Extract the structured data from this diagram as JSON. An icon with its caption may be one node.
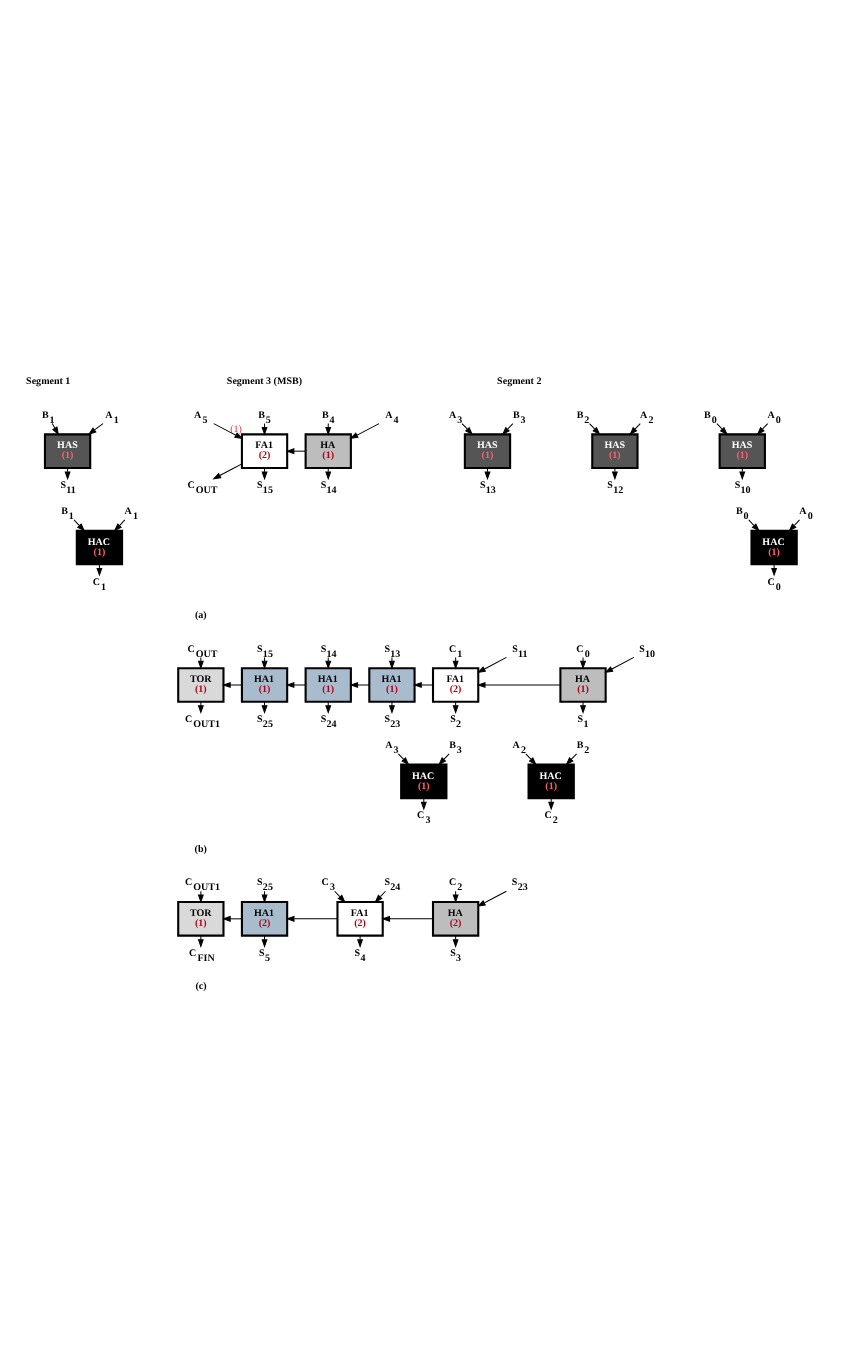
{
  "diagram": {
    "nodes": [
      {
        "text": [
          "B$_{5}$"
        ]
      },
      {
        "text": [
          "A$_{5}$"
        ]
      },
      {
        "text": [
          "B$_{4}$"
        ]
      },
      {
        "text": [
          "A$_{4}$"
        ]
      },
      {
        "text": [
          "B$_{3}$"
        ]
      },
      {
        "text": [
          "A$_{3}$"
        ]
      },
      {
        "text": [
          "B$_{2}$"
        ]
      },
      {
        "text": [
          "A$_{2}$"
        ]
      },
      {
        "text": [
          "B$_{1}$"
        ]
      },
      {
        "text": [
          "A$_{1}$"
        ]
      },
      {
        "text": [
          "B$_{0}$"
        ]
      },
      {
        "text": [
          "A$_{0}$"
        ]
      },
      {
        "text": [
          "FA1",
          "(2)"
        ],
        "beside": [
          "(1)"
        ]
      },
      {
        "text": [
          "HA",
          "(1)"
        ]
      },
      {
        "text": [
          "HAS",
          "(1)"
        ]
      },
      {
        "text": [
          "HAS",
          "(1)"
        ]
      },
      {
        "text": [
          "HAS",
          "(1)"
        ]
      },
      {
        "text": [
          "HAS",
          "(1)"
        ]
      },
      {
        "text": [
          "C$_{OUT}$"
        ]
      },
      {
        "text": [
          "S$_{15}$"
        ]
      },
      {
        "text": [
          "S$_{14}$"
        ]
      },
      {
        "text": [
          "S$_{13}$"
        ]
      },
      {
        "text": [
          "S$_{12}$"
        ]
      },
      {
        "text": [
          "S$_{11}$"
        ]
      },
      {
        "text": [
          "S$_{10}$"
        ]
      },
      {
        "text": [
          "B$_{1}$"
        ]
      },
      {
        "text": [
          "A$_{1}$"
        ]
      },
      {
        "text": [
          "B$_{0}$"
        ]
      },
      {
        "text": [
          "A$_{0}$"
        ]
      },
      {
        "text": [
          "HAC",
          "(1)"
        ]
      },
      {
        "text": [
          "HAC",
          "(1)"
        ]
      },
      {
        "text": [
          "C$_{1}$"
        ]
      },
      {
        "text": [
          "C$_{0}$"
        ]
      },
      {
        "text": [
          "C$_{OUT}$"
        ]
      },
      {
        "text": [
          "S$_{15}$"
        ]
      },
      {
        "text": [
          "S$_{14}$"
        ]
      },
      {
        "text": [
          "S$_{13}$"
        ]
      },
      {
        "text": [
          "C$_{1}$"
        ]
      },
      {
        "text": [
          "S$_{11}$"
        ]
      },
      {
        "text": [
          "C$_{0}$"
        ]
      },
      {
        "text": [
          "S$_{10}$"
        ]
      },
      {
        "text": [
          "TOR",
          "(1)"
        ]
      },
      {
        "text": [
          "HA1",
          "(1)"
        ]
      },
      {
        "text": [
          "HA1",
          "(1)"
        ]
      },
      {
        "text": [
          "HA1",
          "(1)"
        ]
      },
      {
        "text": [
          "FA1",
          "(2)"
        ]
      },
      {
        "text": [
          "HA",
          "(1)"
        ]
      },
      {
        "text": [
          "C$_{OUT1}$"
        ]
      },
      {
        "text": [
          "S$_{25}$"
        ]
      },
      {
        "text": [
          "S$_{24}$"
        ]
      },
      {
        "text": [
          "S$_{23}$"
        ]
      },
      {
        "text": [
          "S$_{2}$"
        ]
      },
      {
        "text": [
          "S$_{1}$"
        ]
      },
      {
        "text": [
          "B$_{3}$"
        ]
      },
      {
        "text": [
          "A$_{3}$"
        ]
      },
      {
        "text": [
          "B$_{2}$"
        ]
      },
      {
        "text": [
          "A$_{2}$"
        ]
      },
      {
        "text": [
          "HAC",
          "(1)"
        ]
      },
      {
        "text": [
          "HAC",
          "(1)"
        ]
      },
      {
        "text": [
          "C$_{3}$"
        ]
      },
      {
        "text": [
          "C$_{2}$"
        ]
      },
      {
        "text": [
          "C$_{OUT1}$"
        ]
      },
      {
        "text": [
          "S$_{25}$"
        ]
      },
      {
        "text": [
          "C$_{3}$"
        ]
      },
      {
        "text": [
          "S$_{24}$"
        ]
      },
      {
        "text": [
          "C$_{2}$"
        ]
      },
      {
        "text": [
          "S$_{23}$"
        ]
      },
      {
        "text": [
          "TOR",
          "(1)"
        ]
      },
      {
        "text": [
          "HA1",
          "(2)"
        ]
      },
      {
        "text": [
          "FA1",
          "(2)"
        ]
      },
      {
        "text": [
          "HA",
          "(2)"
        ]
      },
      {
        "text": [
          "C$_{FIN}$"
        ]
      },
      {
        "text": [
          "S$_{5}$"
        ]
      },
      {
        "text": [
          "S$_{4}$"
        ]
      },
      {
        "text": [
          "S$_{3}$"
        ]
      }
    ],
    "edges": [
      {
        "from": 0,
        "to": 12,
        "arrow": "to"
      },
      {
        "from": 1,
        "to": 12,
        "arrow": "to"
      },
      {
        "from": 2,
        "to": 13,
        "arrow": "to"
      },
      {
        "from": 3,
        "to": 13,
        "arrow": "to"
      },
      {
        "from": 4,
        "to": 14,
        "arrow": "to"
      },
      {
        "from": 5,
        "to": 14,
        "arrow": "to"
      },
      {
        "from": 6,
        "to": 15,
        "arrow": "to"
      },
      {
        "from": 7,
        "to": 15,
        "arrow": "to"
      },
      {
        "from": 8,
        "to": 16,
        "arrow": "to"
      },
      {
        "from": 9,
        "to": 16,
        "arrow": "to"
      },
      {
        "from": 10,
        "to": 17,
        "arrow": "to"
      },
      {
        "from": 11,
        "to": 17,
        "arrow": "to"
      },
      {
        "from": 13,
        "to": 12,
        "arrow": "to"
      },
      {
        "from": 12,
        "to": 18,
        "arrow": "to"
      },
      {
        "from": 12,
        "to": 19,
        "arrow": "to"
      },
      {
        "from": 13,
        "to": 20,
        "arrow": "to"
      },
      {
        "from": 14,
        "to": 21,
        "arrow": "to"
      },
      {
        "from": 15,
        "to": 22,
        "arrow": "to"
      },
      {
        "from": 16,
        "to": 23,
        "arrow": "to"
      },
      {
        "from": 17,
        "to": 24,
        "arrow": "to"
      },
      {
        "from": 25,
        "to": 29,
        "arrow": "to"
      },
      {
        "from": 26,
        "to": 29,
        "arrow": "to"
      },
      {
        "from": 27,
        "to": 30,
        "arrow": "to"
      },
      {
        "from": 28,
        "to": 30,
        "arrow": "to"
      },
      {
        "from": 29,
        "to": 31,
        "arrow": "to"
      },
      {
        "from": 30,
        "to": 32,
        "arrow": "to"
      },
      {
        "from": 33,
        "to": 41,
        "arrow": "to"
      },
      {
        "from": 34,
        "to": 42,
        "arrow": "to"
      },
      {
        "from": 35,
        "to": 43,
        "arrow": "to"
      },
      {
        "from": 36,
        "to": 44,
        "arrow": "to"
      },
      {
        "from": 37,
        "to": 45,
        "arrow": "to"
      },
      {
        "from": 38,
        "to": 45,
        "arrow": "to"
      },
      {
        "from": 39,
        "to": 46,
        "arrow": "to"
      },
      {
        "from": 40,
        "to": 46,
        "arrow": "to"
      },
      {
        "from": 46,
        "to": 45,
        "arrow": "to"
      },
      {
        "from": 45,
        "to": 44,
        "arrow": "to"
      },
      {
        "from": 44,
        "to": 43,
        "arrow": "to"
      },
      {
        "from": 43,
        "to": 42,
        "arrow": "to"
      },
      {
        "from": 42,
        "to": 41,
        "arrow": "to"
      },
      {
        "from": 41,
        "to": 47,
        "arrow": "to"
      },
      {
        "from": 42,
        "to": 48,
        "arrow": "to"
      },
      {
        "from": 43,
        "to": 49,
        "arrow": "to"
      },
      {
        "from": 44,
        "to": 50,
        "arrow": "to"
      },
      {
        "from": 45,
        "to": 51,
        "arrow": "to"
      },
      {
        "from": 46,
        "to": 52,
        "arrow": "to"
      },
      {
        "from": 53,
        "to": 57,
        "arrow": "to"
      },
      {
        "from": 54,
        "to": 57,
        "arrow": "to"
      },
      {
        "from": 55,
        "to": 58,
        "arrow": "to"
      },
      {
        "from": 56,
        "to": 58,
        "arrow": "to"
      },
      {
        "from": 57,
        "to": 59,
        "arrow": "to"
      },
      {
        "from": 58,
        "to": 60,
        "arrow": "to"
      },
      {
        "from": 61,
        "to": 67,
        "arrow": "to"
      },
      {
        "from": 62,
        "to": 68,
        "arrow": "to"
      },
      {
        "from": 63,
        "to": 69,
        "arrow": "to"
      },
      {
        "from": 64,
        "to": 69,
        "arrow": "to"
      },
      {
        "from": 65,
        "to": 70,
        "arrow": "to"
      },
      {
        "from": 66,
        "to": 70,
        "arrow": "to"
      },
      {
        "from": 70,
        "to": 69,
        "arrow": "to"
      },
      {
        "from": 69,
        "to": 68,
        "arrow": "to"
      },
      {
        "from": 68,
        "to": 67,
        "arrow": "to"
      },
      {
        "from": 67,
        "to": 71,
        "arrow": "to"
      },
      {
        "from": 68,
        "to": 72,
        "arrow": "to"
      },
      {
        "from": 69,
        "to": 73,
        "arrow": "to"
      },
      {
        "from": 70,
        "to": 74,
        "arrow": "to"
      }
    ],
    "labels": [
      "Segment 3 (MSB)",
      "Segment 2",
      "Segment 1",
      "(a)",
      "(b)",
      "(c)"
    ]
  }
}
